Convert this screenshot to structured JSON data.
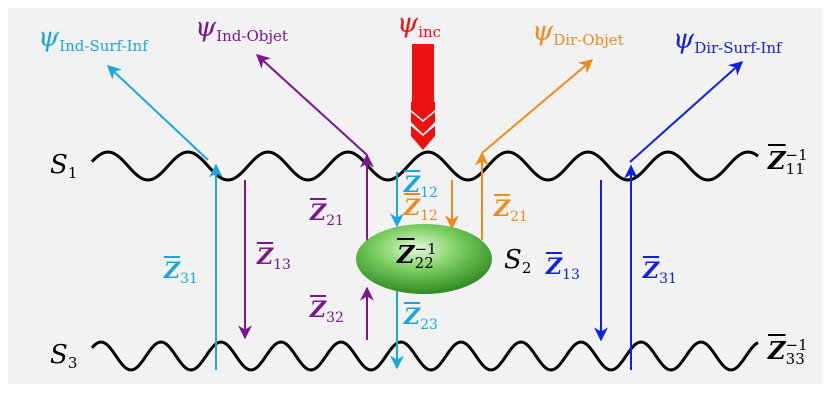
{
  "colors": {
    "cyan": "#1aa7e0",
    "purple": "#7b1590",
    "red": "#ee1111",
    "orange": "#f08a1a",
    "blue": "#1020e0",
    "black": "#000000",
    "object_fill": "#5fbf4a"
  },
  "waves": {
    "psi_ind_surf_inf": {
      "sym": "ψ",
      "sub": "Ind-Surf-Inf"
    },
    "psi_ind_objet": {
      "sym": "ψ",
      "sub": "Ind-Objet"
    },
    "psi_inc": {
      "sym": "ψ",
      "sub": "inc"
    },
    "psi_dir_objet": {
      "sym": "ψ",
      "sub": "Dir-Objet"
    },
    "psi_dir_surf_inf": {
      "sym": "ψ",
      "sub": "Dir-Surf-Inf"
    }
  },
  "surfaces": {
    "s1": {
      "sym": "S",
      "sub": "1"
    },
    "s2": {
      "sym": "S",
      "sub": "2"
    },
    "s3": {
      "sym": "S",
      "sub": "3"
    }
  },
  "operators": {
    "z11": {
      "sym": "Z",
      "sub": "11",
      "sup": "−1"
    },
    "z33": {
      "sym": "Z",
      "sub": "33",
      "sup": "−1"
    },
    "z22": {
      "sym": "Z",
      "sub": "22",
      "sup": "−1"
    },
    "z31_left": {
      "sym": "Z",
      "sub": "31"
    },
    "z13_left": {
      "sym": "Z",
      "sub": "13"
    },
    "z21_purple": {
      "sym": "Z",
      "sub": "21"
    },
    "z32_purple": {
      "sym": "Z",
      "sub": "32"
    },
    "z12_cyan": {
      "sym": "Z",
      "sub": "12"
    },
    "z12_orange": {
      "sym": "Z",
      "sub": "12"
    },
    "z23_cyan": {
      "sym": "Z",
      "sub": "23"
    },
    "z21_orange": {
      "sym": "Z",
      "sub": "21"
    },
    "z13_blue": {
      "sym": "Z",
      "sub": "13"
    },
    "z31_blue": {
      "sym": "Z",
      "sub": "31"
    }
  }
}
